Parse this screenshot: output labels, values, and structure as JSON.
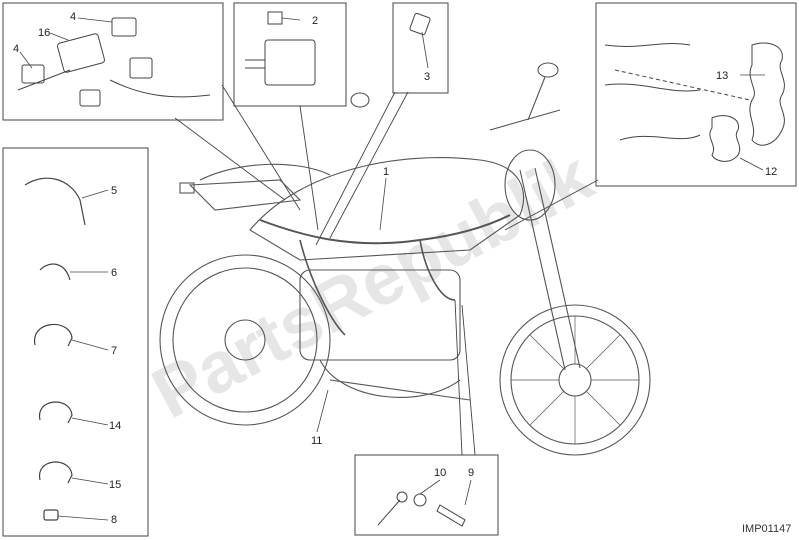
{
  "diagram": {
    "callouts": {
      "c1": "1",
      "c2": "2",
      "c3": "3",
      "c4a": "4",
      "c4b": "4",
      "c5": "5",
      "c6": "6",
      "c7": "7",
      "c8": "8",
      "c9": "9",
      "c10": "10",
      "c11": "11",
      "c12": "12",
      "c13": "13",
      "c14": "14",
      "c15": "15",
      "c16": "16"
    },
    "reference_code": "IMP01147",
    "watermark": "PartsRepublik"
  }
}
